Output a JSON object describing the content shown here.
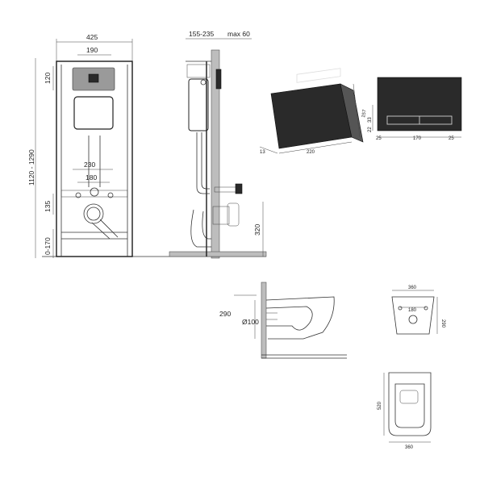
{
  "colors": {
    "line": "#333333",
    "panel_dark": "#2a2a2a",
    "wall_grey": "#bdbdbd",
    "background": "#ffffff"
  },
  "frame_front": {
    "width_total": "425",
    "width_inner": "190",
    "height_range": "1120 - 1290",
    "top_offset": "120",
    "pipe_spacing": "230",
    "pipe_spacing_inner": "180",
    "drain_height": "135",
    "foot_adjust": "0-170"
  },
  "frame_side": {
    "depth_range": "155-235",
    "max_label": "max 60",
    "drain_height": "320"
  },
  "flush_plate": {
    "depth": "13",
    "width": "220",
    "height": "157",
    "back_width": "170",
    "back_side_margin_left": "25",
    "back_side_margin_right": "25",
    "back_top_offset": "22",
    "back_inner_height": "33"
  },
  "toilet_side": {
    "height": "290",
    "pipe_diameter": "Ø100"
  },
  "toilet_front": {
    "width": "360",
    "holes_spacing": "180",
    "height": "290"
  },
  "toilet_top": {
    "length": "520",
    "width": "360"
  }
}
